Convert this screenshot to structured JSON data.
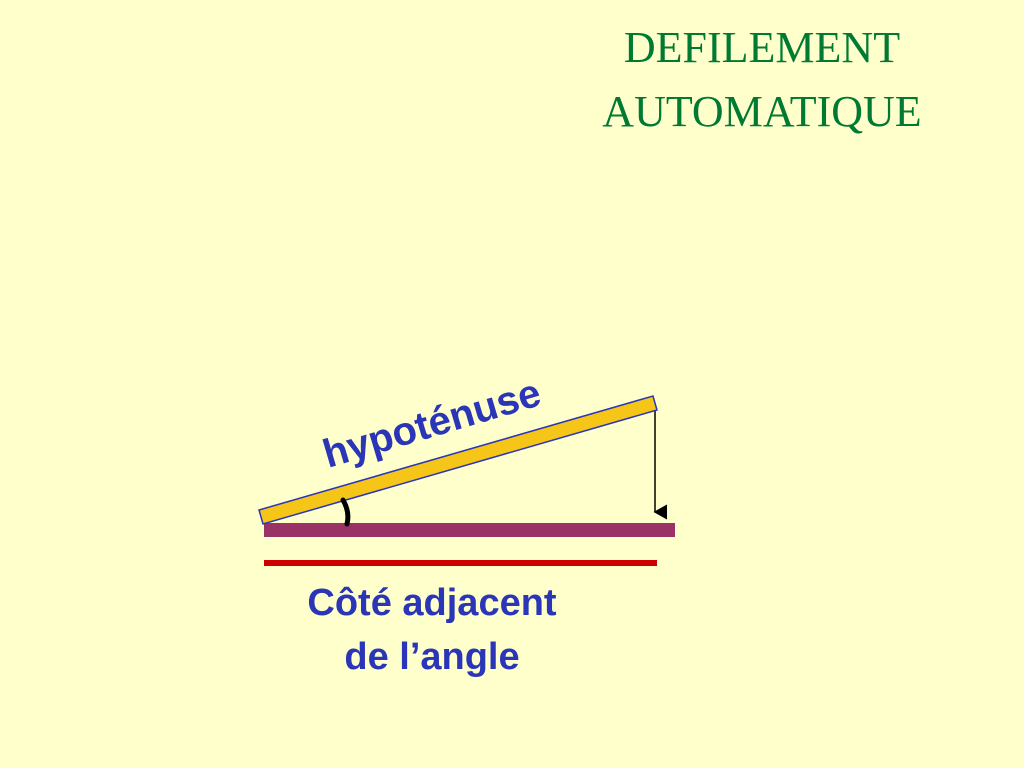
{
  "title": {
    "line1": "DEFILEMENT",
    "line2": "AUTOMATIQUE"
  },
  "diagram": {
    "hypotenuse_label": "hypoténuse",
    "adjacent_label_line1": "Côté adjacent",
    "adjacent_label_line2": "de l’angle"
  },
  "colors": {
    "background": "#ffffcc",
    "title": "#007a33",
    "labels": "#2b35b8",
    "hypotenuse_fill": "#f5c518",
    "hypotenuse_border": "#2b35b8",
    "adjacent_bar": "#993366",
    "adjacent_underline": "#cc0000",
    "angle_arc": "#000000",
    "projection_arrow": "#000000"
  }
}
